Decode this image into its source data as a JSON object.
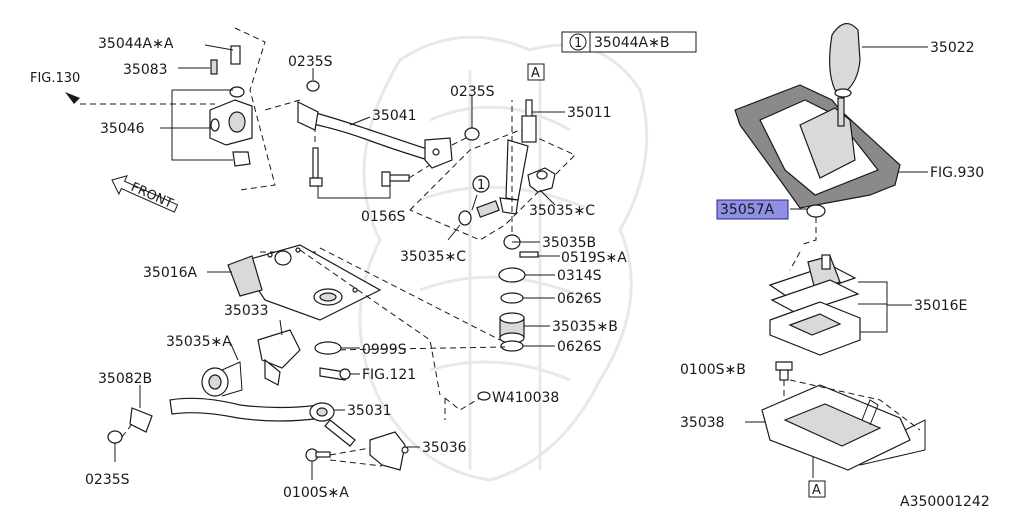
{
  "diagram": {
    "part_labels": {
      "p35044a_a": "35044A∗A",
      "p35083": "35083",
      "fig130": "FIG.130",
      "p35046": "35046",
      "p0235s_top": "0235S",
      "p35041": "35041",
      "p0235s_mid": "0235S",
      "p35011": "35011",
      "p0156s": "0156S",
      "p35035_c_right": "35035∗C",
      "p35035_c_left": "35035∗C",
      "p35035b": "35035B",
      "p0519s_a": "0519S∗A",
      "p0314s": "0314S",
      "p0626s_top": "0626S",
      "p35035_b": "35035∗B",
      "p0626s_bot": "0626S",
      "p35016a": "35016A",
      "p35033": "35033",
      "p35035_a": "35035∗A",
      "p0999s": "0999S",
      "fig121": "FIG.121",
      "p35082b": "35082B",
      "p35031": "35031",
      "w410038": "W410038",
      "p35036": "35036",
      "p0235s_bot": "0235S",
      "p0100s_a": "0100S∗A",
      "p35022": "35022",
      "fig930": "FIG.930",
      "p35057a": "35057A",
      "p35016e": "35016E",
      "p0100s_b": "0100S∗B",
      "p35038": "35038"
    },
    "legend": {
      "circle_num": "1",
      "part": "35044A∗B"
    },
    "ref_a_top": "A",
    "ref_a_bottom": "A",
    "callout_1": "1",
    "front": "FRONT",
    "diagram_id": "A350001242",
    "highlight_color": "#8f8fe6"
  }
}
